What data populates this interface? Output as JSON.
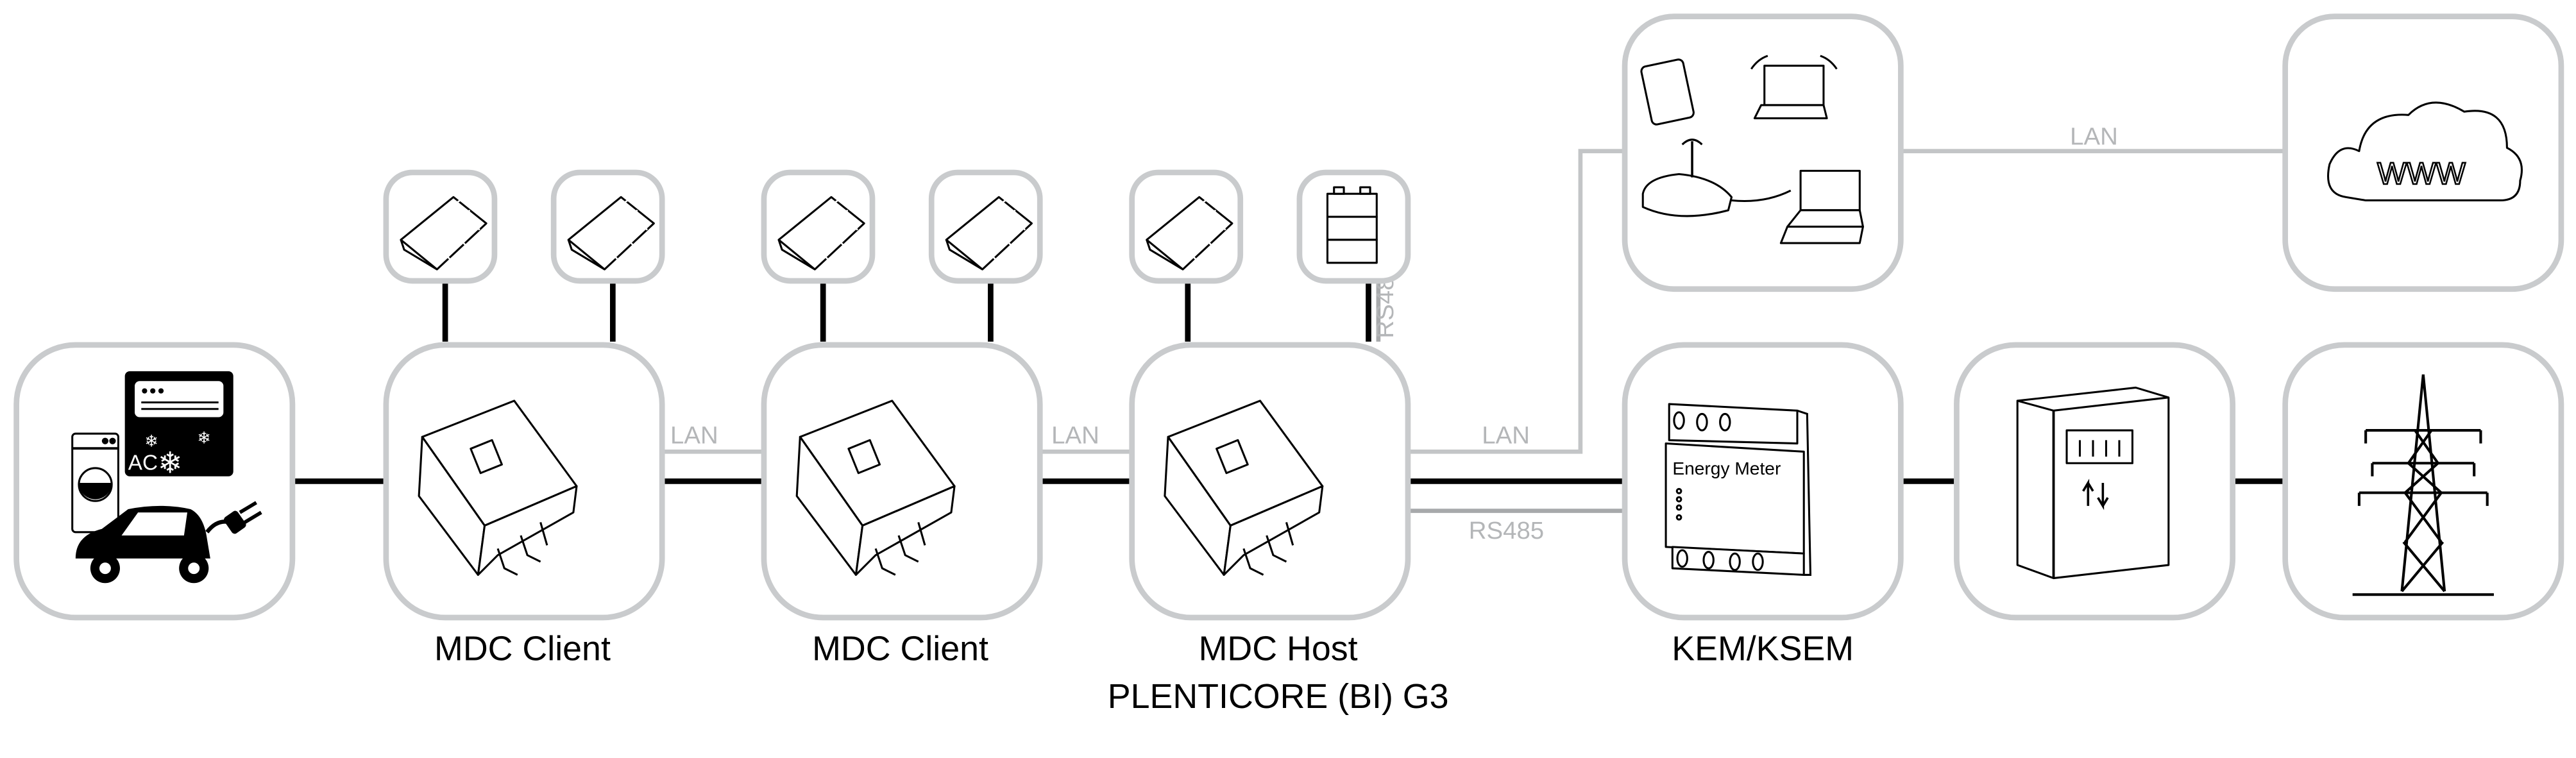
{
  "connections": {
    "lan_label": "LAN",
    "rs485_label": "RS485"
  },
  "devices": {
    "mdc_client_1": "MDC Client",
    "mdc_client_2": "MDC Client",
    "mdc_host": "MDC Host",
    "mdc_host_model": "PLENTICORE (BI) G3",
    "energy_meter": "KEM/KSEM",
    "energy_meter_face": "Energy Meter",
    "consumers_ac": "AC",
    "cloud_text": "WWW"
  },
  "colors": {
    "box_border": "#c9cbcd",
    "power_line": "#000000",
    "lan_line": "#c3c5c7",
    "rs485_line": "#a7a9ab"
  }
}
